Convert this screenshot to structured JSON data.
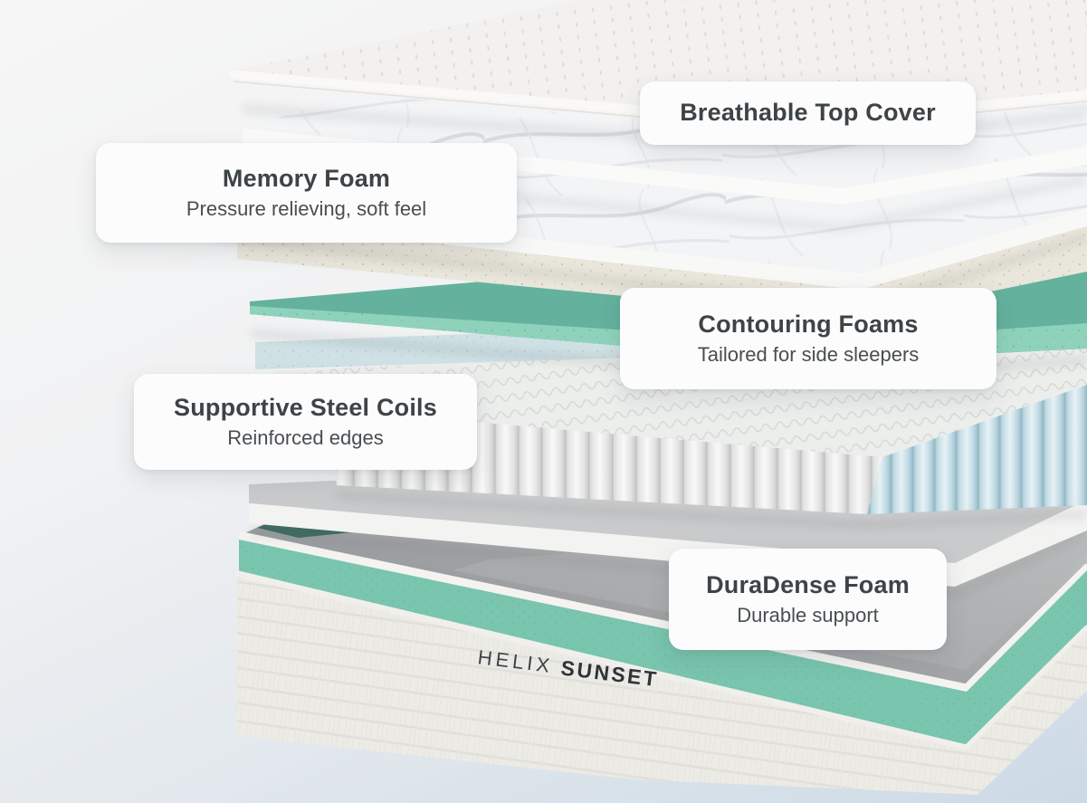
{
  "brand": {
    "name": "HELIX",
    "model": "SUNSET"
  },
  "callouts": {
    "top_cover": {
      "title": "Breathable Top Cover"
    },
    "memory_foam": {
      "title": "Memory Foam",
      "subtitle": "Pressure relieving, soft feel"
    },
    "contouring_foams": {
      "title": "Contouring Foams",
      "subtitle": "Tailored for side sleepers"
    },
    "steel_coils": {
      "title": "Supportive Steel Coils",
      "subtitle": "Reinforced edges"
    },
    "duradense_foam": {
      "title": "DuraDense Foam",
      "subtitle": "Durable support"
    }
  },
  "colors": {
    "background_top": "#f5f5f6",
    "background_bottom": "#cddbe7",
    "callout_background": "#fcfcfc",
    "callout_text": "#3e4347",
    "contour_foam_teal": "#64b19d",
    "contour_foam_edge": "#8fd2bc",
    "base_band_teal": "#79c5ae",
    "interior_dark_teal": "#3f6b61",
    "edge_coil_blue": "#c6dde6",
    "coil_white": "#f0f1f0",
    "brand_text": "#2e3438"
  },
  "layer_stack": [
    {
      "layer": "quilted breathable top cover",
      "color": "#f2f1ef"
    },
    {
      "layer": "marble-textured memory foam sheet (upper)",
      "color": "#f3f4f6"
    },
    {
      "layer": "marble-textured memory foam sheet (lower)",
      "color": "#f3f4f6"
    },
    {
      "layer": "speckled cream comfort foam",
      "color": "#e9e6db"
    },
    {
      "layer": "teal contouring foam",
      "color": "#64b19d"
    },
    {
      "layer": "pale blue transition foam",
      "color": "#cfe1e5"
    },
    {
      "layer": "pocketed steel coil unit with blue reinforced edge coils",
      "color": "#f0f1f0"
    },
    {
      "layer": "thin support sheet",
      "color": "#f3f3f2"
    },
    {
      "layer": "DuraDense foam base with teal band and branded fabric side",
      "color": "#edebe6"
    }
  ]
}
